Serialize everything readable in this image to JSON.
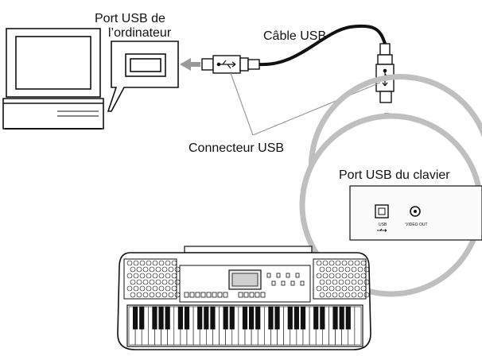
{
  "labels": {
    "computer_port_line1": "Port USB de",
    "computer_port_line2": "l’ordinateur",
    "cable": "Câble USB",
    "connector": "Connecteur USB",
    "keyboard_port": "Port USB du clavier",
    "usb_jack": "USB",
    "video_jack": "VIDEO OUT"
  },
  "colors": {
    "line": "#111111",
    "arrow": "#999999",
    "callout_stroke": "#bfbfbf",
    "panel_fill": "#f4f4f4"
  },
  "icons": [
    "computer-icon",
    "usb-symbol-icon",
    "arrow-icon",
    "keyboard-icon"
  ]
}
